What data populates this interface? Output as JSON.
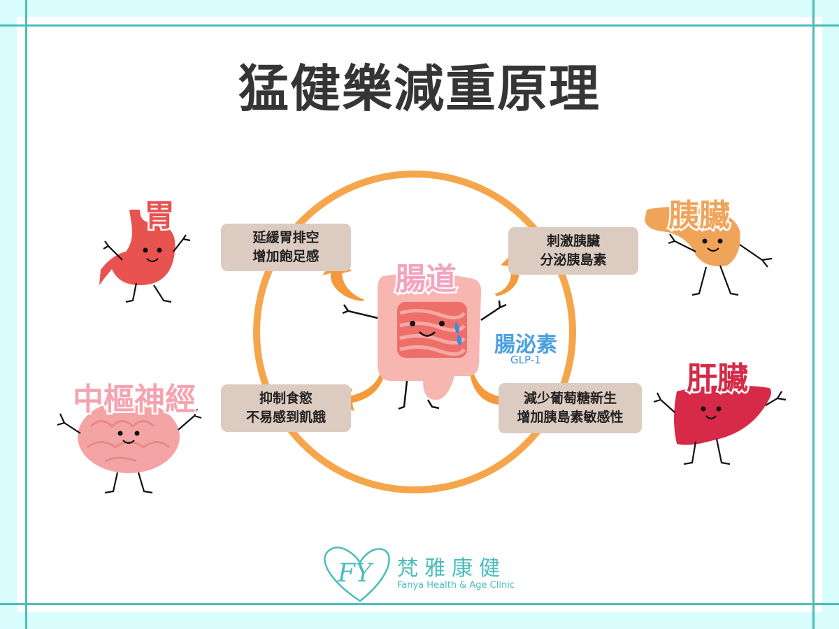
{
  "title": "猛健樂減重原理",
  "center": {
    "organ": "腸道",
    "hormone": "腸泌素",
    "hormone_en": "GLP-1"
  },
  "organs": {
    "stomach": "胃",
    "pancreas": "胰臟",
    "brain": "中樞神經",
    "liver": "肝臟"
  },
  "effects": {
    "stomach": [
      "延緩胃排空",
      "增加飽足感"
    ],
    "pancreas": [
      "刺激胰臟",
      "分泌胰島素"
    ],
    "brain": [
      "抑制食慾",
      "不易感到飢餓"
    ],
    "liver": [
      "減少葡萄糖新生",
      "增加胰島素敏感性"
    ]
  },
  "logo": {
    "mark": "FY",
    "name_cn": "梵雅康健",
    "name_en": "Fanya Health & Age Clinic"
  },
  "colors": {
    "background": "#d9fdfd",
    "frame": "#4bbcbc",
    "circle": "#f5a64c",
    "arrow": "#f08a2a",
    "box": "#dccbc1"
  }
}
